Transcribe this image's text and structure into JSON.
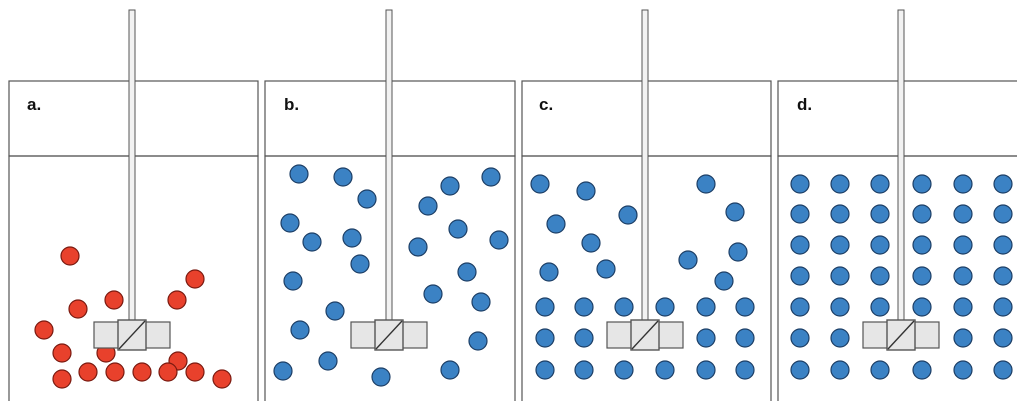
{
  "panels": [
    {
      "id": "a",
      "label": "a.",
      "particle_color": "#e8412c",
      "particle_stroke": "#7a1a10"
    },
    {
      "id": "b",
      "label": "b.",
      "particle_color": "#3b82c4",
      "particle_stroke": "#1d3f66"
    },
    {
      "id": "c",
      "label": "c.",
      "particle_color": "#3b82c4",
      "particle_stroke": "#1d3f66"
    },
    {
      "id": "d",
      "label": "d.",
      "particle_color": "#3b82c4",
      "particle_stroke": "#1d3f66"
    }
  ],
  "colors": {
    "outline": "#555555",
    "shaft_fill": "#f2f2f2",
    "impeller_fill": "#e6e6e6",
    "impeller_stroke": "#555555"
  }
}
